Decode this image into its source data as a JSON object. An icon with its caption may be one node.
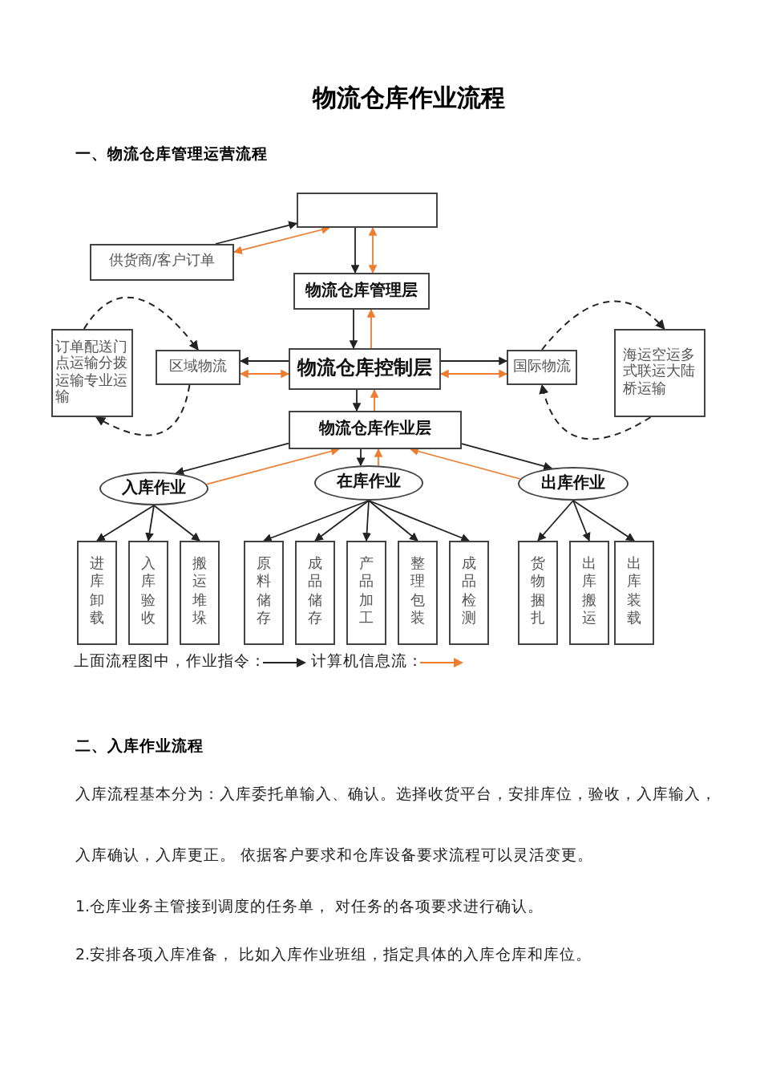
{
  "diagram": {
    "title": "物流仓库作业流程",
    "nodes": [
      {
        "text": [],
        "shape": "box"
      },
      {
        "text": [
          "供货商/客户订单"
        ]
      },
      {
        "text": [
          "物流仓库管理层"
        ]
      },
      {
        "text": [
          "订单配送门点运输分拨运输专业运输"
        ]
      },
      {
        "text": [
          "区域物流"
        ]
      },
      {
        "text": [
          "物流仓库控制层"
        ]
      },
      {
        "text": [
          "国际物流"
        ]
      },
      {
        "text": [
          "海运空运多式联运大陆桥运输"
        ]
      },
      {
        "text": [
          "物流仓库作业层"
        ]
      },
      {
        "text": [
          "入库作业"
        ]
      },
      {
        "text": [
          "在库作业"
        ]
      },
      {
        "text": [
          "出库作业"
        ]
      },
      {
        "text": [
          "进库卸载"
        ]
      },
      {
        "text": [
          "入库验收"
        ]
      },
      {
        "text": [
          "搬运堆垛"
        ]
      },
      {
        "text": [
          "原料储存"
        ]
      },
      {
        "text": [
          "成品储存"
        ]
      },
      {
        "text": [
          "产品加工"
        ]
      },
      {
        "text": [
          "整理包装"
        ]
      },
      {
        "text": [
          "成品检测"
        ]
      },
      {
        "text": [
          "货物捆扎"
        ]
      },
      {
        "text": [
          "出库搬运"
        ]
      },
      {
        "text": [
          "出库装载"
        ]
      }
    ],
    "edges": [
      {
        "from": 1,
        "to": 0,
        "arrow": "to"
      },
      {
        "from": 0,
        "to": 1,
        "arrow": "both",
        "color": "#ed7d31"
      },
      {
        "from": 0,
        "to": 2,
        "arrow": "to"
      },
      {
        "from": 0,
        "to": 2,
        "arrow": "both",
        "color": "#ed7d31"
      },
      {
        "from": 2,
        "to": 5,
        "arrow": "to"
      },
      {
        "from": 5,
        "to": 2,
        "arrow": "to",
        "color": "#ed7d31"
      },
      {
        "from": 5,
        "to": 4,
        "arrow": "to"
      },
      {
        "from": 5,
        "to": 4,
        "arrow": "both",
        "color": "#ed7d31"
      },
      {
        "from": 5,
        "to": 6,
        "arrow": "to"
      },
      {
        "from": 5,
        "to": 6,
        "arrow": "both",
        "color": "#ed7d31"
      },
      {
        "from": 5,
        "to": 8,
        "arrow": "to"
      },
      {
        "from": 8,
        "to": 5,
        "arrow": "to",
        "color": "#ed7d31"
      },
      {
        "from": 8,
        "to": 9,
        "arrow": "to"
      },
      {
        "from": 9,
        "to": 8,
        "arrow": "to",
        "color": "#ed7d31"
      },
      {
        "from": 8,
        "to": 10,
        "arrow": "to"
      },
      {
        "from": 10,
        "to": 8,
        "arrow": "to",
        "color": "#ed7d31"
      },
      {
        "from": 8,
        "to": 11,
        "arrow": "to"
      },
      {
        "from": 11,
        "to": 8,
        "arrow": "to",
        "color": "#ed7d31"
      },
      {
        "from": 9,
        "to": 12,
        "arrow": "to"
      },
      {
        "from": 9,
        "to": 13,
        "arrow": "to"
      },
      {
        "from": 9,
        "to": 14,
        "arrow": "to"
      },
      {
        "from": 10,
        "to": 15,
        "arrow": "to"
      },
      {
        "from": 10,
        "to": 16,
        "arrow": "to"
      },
      {
        "from": 10,
        "to": 17,
        "arrow": "to"
      },
      {
        "from": 10,
        "to": 18,
        "arrow": "to"
      },
      {
        "from": 10,
        "to": 19,
        "arrow": "to"
      },
      {
        "from": 11,
        "to": 20,
        "arrow": "to"
      },
      {
        "from": 11,
        "to": 21,
        "arrow": "to"
      },
      {
        "from": 11,
        "to": 22,
        "arrow": "to"
      },
      {
        "from": 3,
        "to": 4,
        "arrow": "to",
        "style": "dashed"
      },
      {
        "from": 4,
        "to": 3,
        "arrow": "to",
        "style": "dashed"
      },
      {
        "from": 6,
        "to": 7,
        "arrow": "to",
        "style": "dashed"
      },
      {
        "from": 7,
        "to": 6,
        "arrow": "to",
        "style": "dashed"
      }
    ],
    "labels": [
      "一、物流仓库管理运营流程",
      "二、入库作业流程",
      "入库流程基本分为：入库委托单输入、确认。选择收货平台，安排库位，验收，入库输入，",
      "入库确认，入库更正。 依据客户要求和仓库设备要求流程可以灵活变更。",
      "1.仓库业务主管接到调度的任务单， 对任务的各项要求进行确认。",
      "2.安排各项入库准备， 比如入库作业班组，指定具体的入库仓库和库位。"
    ],
    "legend": [
      {
        "text": "上面流程图中，作业指令："
      },
      {
        "text": "计算机信息流："
      }
    ]
  }
}
